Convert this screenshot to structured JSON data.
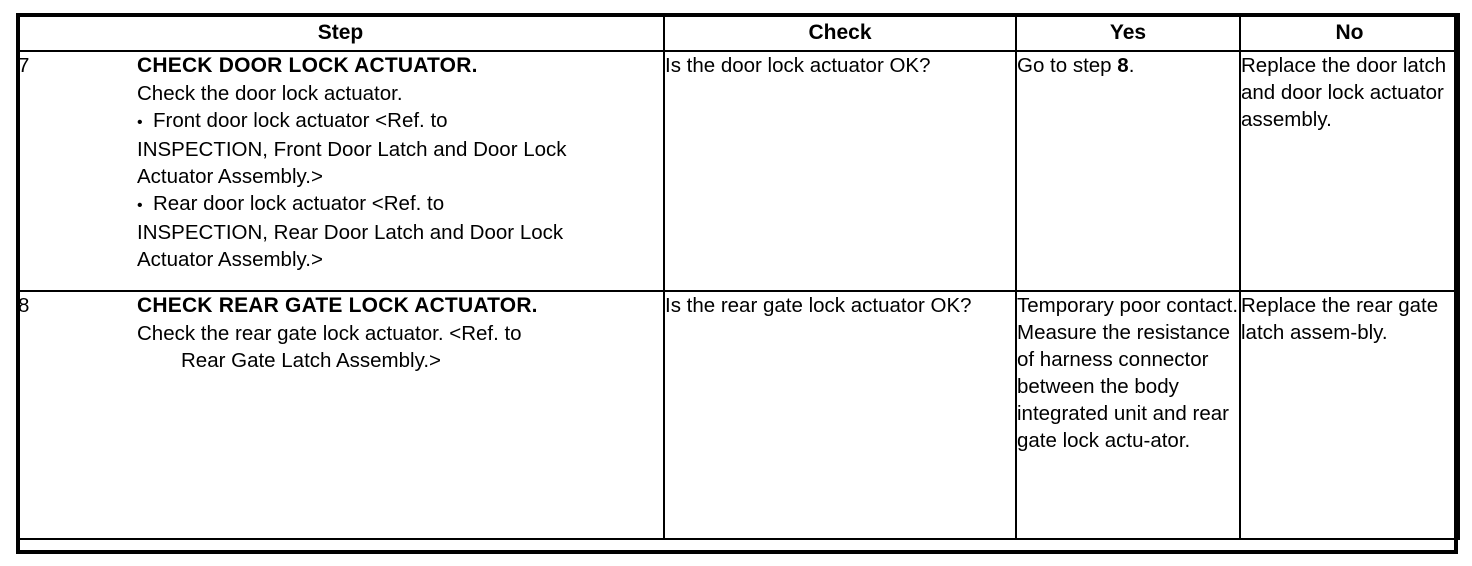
{
  "document": {
    "type": "diagnostic-procedure-table",
    "columns": [
      {
        "key": "step",
        "label": "Step"
      },
      {
        "key": "check",
        "label": "Check"
      },
      {
        "key": "yes",
        "label": "Yes"
      },
      {
        "key": "no",
        "label": "No"
      }
    ]
  },
  "rows": [
    {
      "number": "7",
      "title": "CHECK DOOR LOCK ACTUATOR.",
      "lines": [
        "Check the door lock actuator."
      ],
      "bullets": [
        {
          "first": "Front door lock actuator <Ref. to",
          "rest": [
            "INSPECTION, Front Door Latch and Door Lock",
            "Actuator Assembly.>"
          ]
        },
        {
          "first": "Rear door lock actuator <Ref. to",
          "rest": [
            "INSPECTION, Rear Door Latch and Door Lock",
            "Actuator Assembly.>"
          ]
        }
      ],
      "indented": [],
      "check": "Is the door lock actuator OK?",
      "yes_prefix": "Go to step ",
      "yes_bold": "8",
      "yes_suffix": ".",
      "no": "Replace the door latch and door lock actuator assembly."
    },
    {
      "number": "8",
      "title": "CHECK REAR GATE LOCK ACTUATOR.",
      "lines": [
        "Check the rear gate lock actuator. <Ref. to"
      ],
      "bullets": [],
      "indented": [
        "Rear Gate Latch Assembly.>"
      ],
      "check": "Is the rear gate lock actuator OK?",
      "yes_prefix": "Temporary poor contact. Measure the resistance of harness connector between the body integrated unit and rear gate lock actu-ator.",
      "yes_bold": "",
      "yes_suffix": "",
      "no": "Replace the rear gate latch assem-bly."
    }
  ],
  "colors": {
    "border": "#000000",
    "text": "#000000",
    "background": "#ffffff"
  }
}
